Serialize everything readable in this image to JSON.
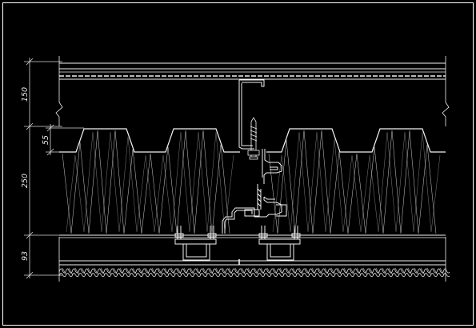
{
  "colors": {
    "background": "#000000",
    "frame": "#ffffff",
    "line": "#f2f2f2",
    "dim_line": "#d8d8d8",
    "insulation": "#bdbdbd"
  },
  "dimensions": {
    "d150": "150",
    "d55": "55",
    "d250": "250",
    "d93": "93"
  }
}
